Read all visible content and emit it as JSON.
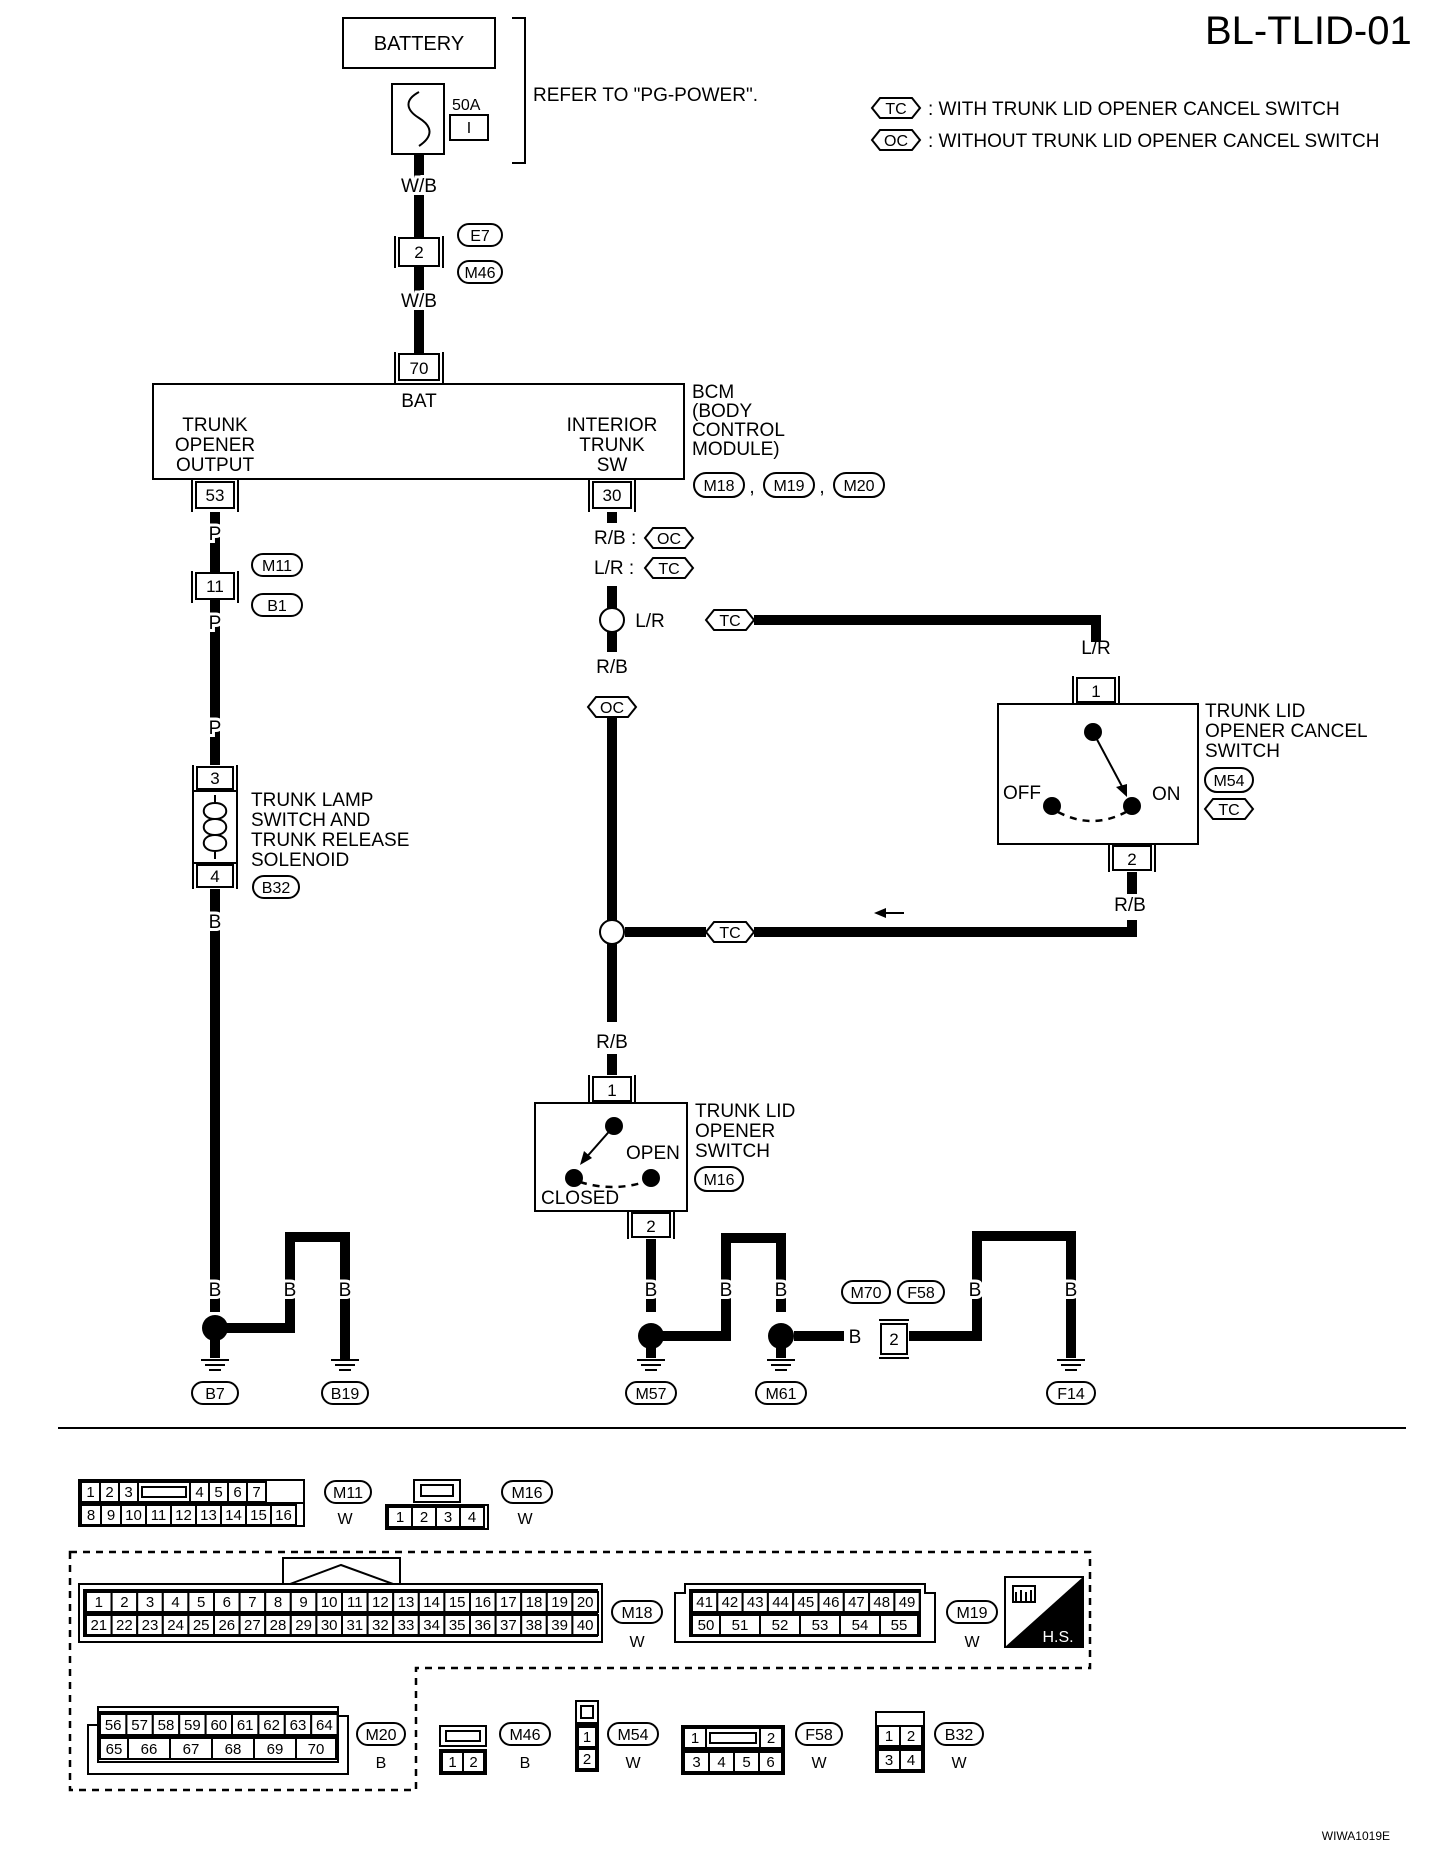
{
  "diagram_title": "BL-TLID-01",
  "footer_code": "WIWA1019E",
  "legend": {
    "tc_symbol": "TC",
    "tc_text": ": WITH TRUNK LID OPENER CANCEL SWITCH",
    "oc_symbol": "OC",
    "oc_text": ": WITHOUT TRUNK LID OPENER CANCEL SWITCH"
  },
  "battery": {
    "label": "BATTERY",
    "fuse_rating": "50A",
    "fuse_id": "I",
    "note": "REFER TO \"PG-POWER\"."
  },
  "wires": {
    "wb": "W/B",
    "p": "P",
    "b": "B",
    "rb": "R/B",
    "lr": "L/R",
    "rb_oc": "R/B :",
    "lr_tc": "L/R :"
  },
  "inline_connectors": {
    "e7_m46": {
      "pin": "2",
      "top": "E7",
      "bottom": "M46"
    },
    "m11_b1": {
      "pin": "11",
      "top": "M11",
      "bottom": "B1"
    },
    "m70_f58": {
      "pin": "2",
      "left": "M70",
      "right": "F58"
    }
  },
  "bcm": {
    "name_lines": [
      "BCM",
      "(BODY",
      "CONTROL",
      "MODULE)"
    ],
    "bat_label": "BAT",
    "bat_pin": "70",
    "out_lines": [
      "TRUNK",
      "OPENER",
      "OUTPUT"
    ],
    "out_pin": "53",
    "in_lines": [
      "INTERIOR",
      "TRUNK",
      "SW"
    ],
    "in_pin": "30",
    "connectors": [
      "M18",
      "M19",
      "M20"
    ],
    "sep": ","
  },
  "cancel_switch": {
    "name_lines": [
      "TRUNK LID",
      "OPENER CANCEL",
      "SWITCH"
    ],
    "connector": "M54",
    "variant": "TC",
    "pin_top": "1",
    "pin_bottom": "2",
    "off": "OFF",
    "on": "ON"
  },
  "solenoid": {
    "name_lines": [
      "TRUNK LAMP",
      "SWITCH AND",
      "TRUNK RELEASE",
      "SOLENOID"
    ],
    "pin_top": "3",
    "pin_bottom": "4",
    "connector": "B32"
  },
  "opener_switch": {
    "name_lines": [
      "TRUNK LID",
      "OPENER",
      "SWITCH"
    ],
    "connector": "M16",
    "pin_top": "1",
    "pin_bottom": "2",
    "open": "OPEN",
    "closed": "CLOSED"
  },
  "grounds": [
    "B7",
    "B19",
    "M57",
    "M61",
    "F14"
  ],
  "connector_views": {
    "m11": {
      "id": "M11",
      "color": "W",
      "row1": [
        "1",
        "2",
        "3",
        "",
        "4",
        "5",
        "6",
        "7"
      ],
      "row2": [
        "8",
        "9",
        "10",
        "11",
        "12",
        "13",
        "14",
        "15",
        "16"
      ]
    },
    "m16": {
      "id": "M16",
      "color": "W",
      "row1": [
        "1",
        "2",
        "3",
        "4"
      ]
    },
    "m18": {
      "id": "M18",
      "color": "W",
      "row1": [
        "1",
        "2",
        "3",
        "4",
        "5",
        "6",
        "7",
        "8",
        "9",
        "10",
        "11",
        "12",
        "13",
        "14",
        "15",
        "16",
        "17",
        "18",
        "19",
        "20"
      ],
      "row2": [
        "21",
        "22",
        "23",
        "24",
        "25",
        "26",
        "27",
        "28",
        "29",
        "30",
        "31",
        "32",
        "33",
        "34",
        "35",
        "36",
        "37",
        "38",
        "39",
        "40"
      ]
    },
    "m19": {
      "id": "M19",
      "color": "W",
      "row1": [
        "41",
        "42",
        "43",
        "44",
        "45",
        "46",
        "47",
        "48",
        "49"
      ],
      "row2": [
        "50",
        "51",
        "52",
        "53",
        "54",
        "55"
      ]
    },
    "m20": {
      "id": "M20",
      "color": "B",
      "row1": [
        "56",
        "57",
        "58",
        "59",
        "60",
        "61",
        "62",
        "63",
        "64"
      ],
      "row2": [
        "65",
        "66",
        "67",
        "68",
        "69",
        "70"
      ]
    },
    "m46": {
      "id": "M46",
      "color": "B",
      "row1": [
        "1",
        "2"
      ]
    },
    "m54": {
      "id": "M54",
      "color": "W",
      "row1": [
        "1",
        "2"
      ]
    },
    "f58": {
      "id": "F58",
      "color": "W",
      "row1": [
        "1",
        "",
        "2"
      ],
      "row2": [
        "3",
        "4",
        "5",
        "6"
      ]
    },
    "b32": {
      "id": "B32",
      "color": "W",
      "row1": [
        "1",
        "2"
      ],
      "row2": [
        "3",
        "4"
      ]
    },
    "hs": "H.S."
  }
}
